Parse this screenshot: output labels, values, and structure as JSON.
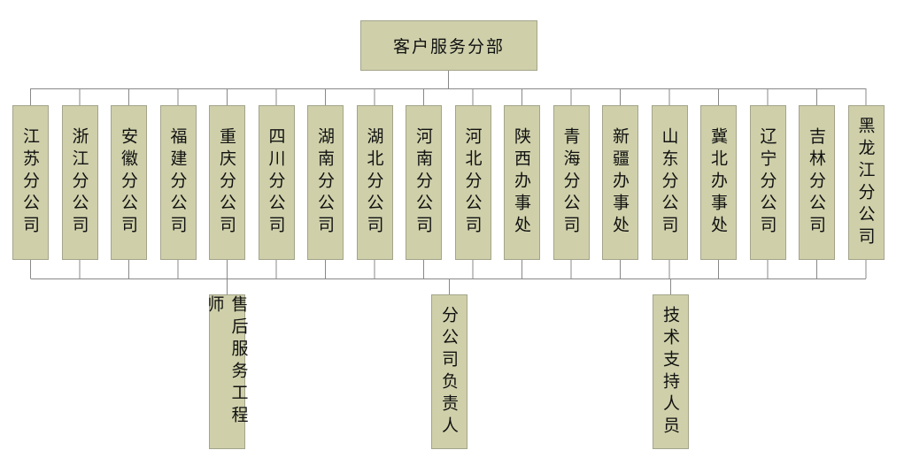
{
  "root": "客户服务分部",
  "branches": [
    "江苏分公司",
    "浙江分公司",
    "安徽分公司",
    "福建分公司",
    "重庆分公司",
    "四川分公司",
    "湖南分公司",
    "湖北分公司",
    "河南分公司",
    "河北分公司",
    "陕西办事处",
    "青海分公司",
    "新疆办事处",
    "山东分公司",
    "冀北办事处",
    "辽宁分公司",
    "吉林分公司",
    "黑龙江分公司"
  ],
  "roles": [
    "售后服务工程师",
    "分公司负责人",
    "技术支持人员"
  ],
  "colors": {
    "box_fill": "#cfd0aa",
    "line": "#888888"
  }
}
